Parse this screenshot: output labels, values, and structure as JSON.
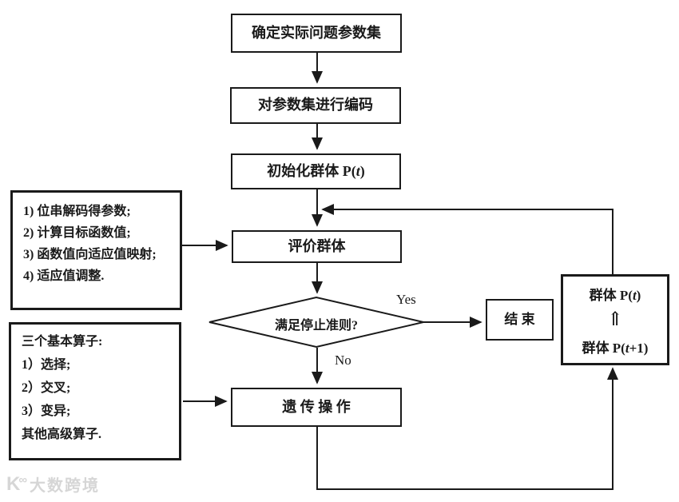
{
  "page": {
    "background": "#ffffff",
    "ink_color": "#1a1a1a",
    "watermark_color": "#d6d6d6"
  },
  "flowchart": {
    "boxes": {
      "define_params": {
        "label": "确定实际问题参数集"
      },
      "encode_params": {
        "label": "对参数集进行编码"
      },
      "init_population": {
        "pre": "初始化群体 P(",
        "var": "t",
        "post": ")"
      },
      "evaluate": {
        "label": "评价群体"
      },
      "decision": {
        "label": "满足停止准则?"
      },
      "end": {
        "label": "结 束"
      },
      "genetic_ops": {
        "label": "遗 传 操 作"
      },
      "population_update": {
        "line1": {
          "pre": "群体 P(",
          "var": "t",
          "post": ")"
        },
        "arrow": "⇑",
        "line2": {
          "pre": "群体 P(",
          "var": "t",
          "post": "+1)"
        }
      },
      "fitness_notes": {
        "lines": [
          "1) 位串解码得参数;",
          "2) 计算目标函数值;",
          "3) 函数值向适应值映射;",
          "4) 适应值调整."
        ]
      },
      "operator_notes": {
        "lines": [
          "三个基本算子:",
          "1）选择;",
          "2）交叉;",
          "3）变异;",
          "其他高级算子."
        ]
      }
    },
    "branch_labels": {
      "yes": "Yes",
      "no": "No"
    }
  },
  "watermark": {
    "logo": "K",
    "logo_sup": "∞",
    "text": "大数跨境"
  }
}
